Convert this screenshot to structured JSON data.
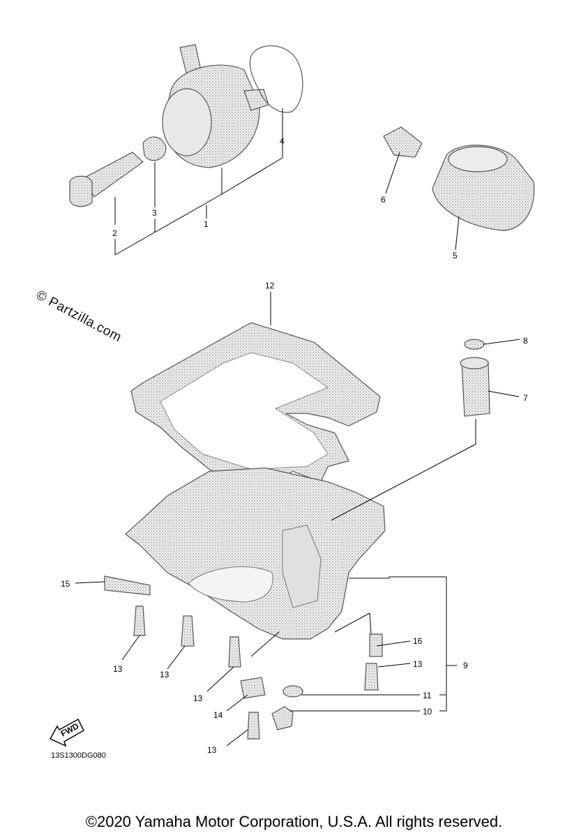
{
  "watermark": "© Partzilla.com",
  "diagram_code": "13S1300DG080",
  "copyright": "©2020 Yamaha Motor Corporation, U.S.A. All rights reserved.",
  "fwd_label": "FWD",
  "callouts": {
    "c1": "1",
    "c2": "2",
    "c3": "3",
    "c4": "4",
    "c5": "5",
    "c6": "6",
    "c7": "7",
    "c8": "8",
    "c9": "9",
    "c10": "10",
    "c11": "11",
    "c12": "12",
    "c13a": "13",
    "c13b": "13",
    "c13c": "13",
    "c13d": "13",
    "c13e": "13",
    "c14": "14",
    "c15": "15",
    "c16": "16"
  },
  "colors": {
    "line": "#000000",
    "part_fill": "#dcdcdc",
    "part_stroke": "#555555"
  }
}
